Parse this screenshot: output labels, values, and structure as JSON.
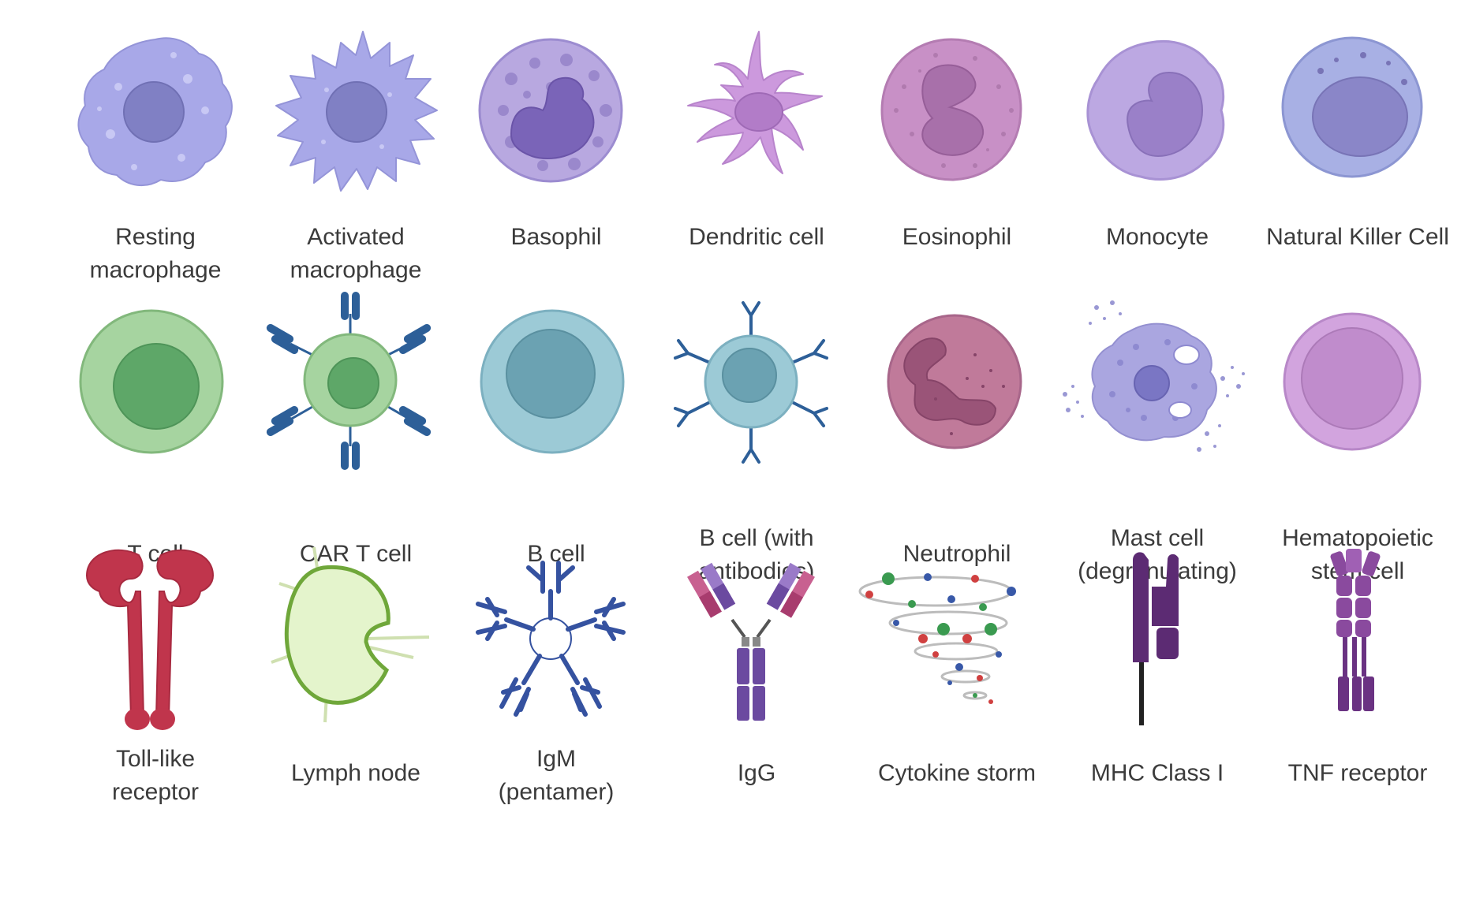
{
  "figure": {
    "rows": [
      {
        "items": [
          {
            "id": "resting-macrophage",
            "label": "Resting\nmacrophage",
            "icon": "resting-macrophage-icon"
          },
          {
            "id": "activated-macrophage",
            "label": "Activated\nmacrophage",
            "icon": "activated-macrophage-icon"
          },
          {
            "id": "basophil",
            "label": "Basophil",
            "icon": "basophil-icon"
          },
          {
            "id": "dendritic-cell",
            "label": "Dendritic cell",
            "icon": "dendritic-cell-icon"
          },
          {
            "id": "eosinophil",
            "label": "Eosinophil",
            "icon": "eosinophil-icon"
          },
          {
            "id": "monocyte",
            "label": "Monocyte",
            "icon": "monocyte-icon"
          },
          {
            "id": "natural-killer-cell",
            "label": "Natural Killer Cell",
            "icon": "natural-killer-cell-icon"
          }
        ]
      },
      {
        "items": [
          {
            "id": "t-cell",
            "label": "T cell",
            "icon": "t-cell-icon"
          },
          {
            "id": "car-t-cell",
            "label": "CAR T cell",
            "icon": "car-t-cell-icon"
          },
          {
            "id": "b-cell",
            "label": "B cell",
            "icon": "b-cell-icon"
          },
          {
            "id": "b-cell-antibodies",
            "label": "B cell (with\nantibodies)",
            "icon": "b-cell-with-antibodies-icon"
          },
          {
            "id": "neutrophil",
            "label": "Neutrophil",
            "icon": "neutrophil-icon"
          },
          {
            "id": "mast-cell",
            "label": "Mast cell\n(degranulating)",
            "icon": "mast-cell-icon"
          },
          {
            "id": "hematopoietic-stem-cell",
            "label": "Hematopoietic\nstem cell",
            "icon": "hematopoietic-stem-cell-icon"
          }
        ]
      },
      {
        "items": [
          {
            "id": "toll-like-receptor",
            "label": "Toll-like\nreceptor",
            "icon": "toll-like-receptor-icon"
          },
          {
            "id": "lymph-node",
            "label": "Lymph node",
            "icon": "lymph-node-icon"
          },
          {
            "id": "igm",
            "label": "IgM\n(pentamer)",
            "icon": "igm-pentamer-icon"
          },
          {
            "id": "igg",
            "label": "IgG",
            "icon": "igg-antibody-icon"
          },
          {
            "id": "cytokine-storm",
            "label": "Cytokine storm",
            "icon": "cytokine-storm-icon"
          },
          {
            "id": "mhc-class-i",
            "label": "MHC Class I",
            "icon": "mhc-class-i-icon"
          },
          {
            "id": "tnf-receptor",
            "label": "TNF receptor",
            "icon": "tnf-receptor-icon"
          }
        ]
      }
    ],
    "colors": {
      "macrophage": "#a8a8e8",
      "macrophage_nucleus": "#8080c4",
      "dendritic": "#cc99dd",
      "eosinophil": "#c088c0",
      "t_cell": "#a6d4a0",
      "t_cell_nucleus": "#5ea768",
      "b_cell": "#9ccad6",
      "b_cell_nucleus": "#6ba2b2",
      "antibody_blue": "#2d5f98",
      "neutrophil": "#c07a9a",
      "stem_cell": "#d2a4de",
      "receptor_red": "#c0354c",
      "lymph_green": "#cfeaa6",
      "igm_blue": "#3552a0",
      "igg_purple": "#6b4aa0",
      "mhc_purple": "#5c2b73",
      "tnf_purple": "#8a4a9e",
      "label_text": "#3b3b3b"
    }
  }
}
